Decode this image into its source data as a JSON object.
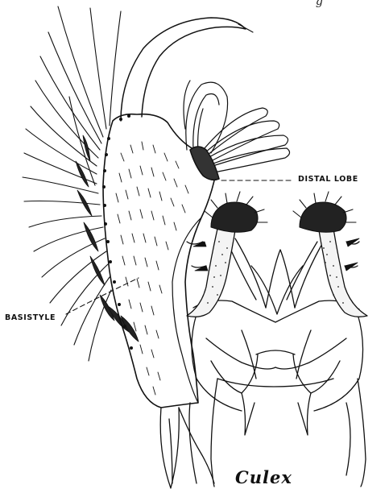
{
  "labels": {
    "distal_lobe": "DISTAL LOBE",
    "basistyle": "BASISTYLE"
  },
  "caption": "Culex",
  "corner_text": "g",
  "colors": {
    "ink": "#111111",
    "background": "#ffffff"
  }
}
